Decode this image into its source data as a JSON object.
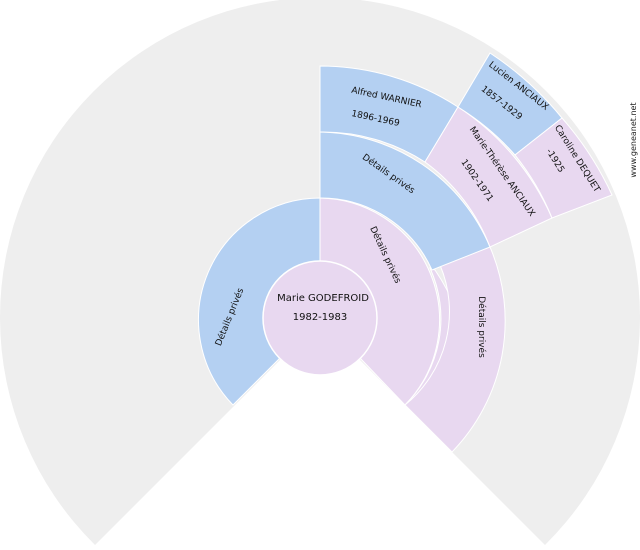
{
  "colors": {
    "background_fan": "#eeeeee",
    "male": "#b4d0f2",
    "female": "#e8d8f0",
    "separator": "#ffffff"
  },
  "center": {
    "name": "Marie GODEFROID",
    "dates": "1982-1983"
  },
  "gen1": {
    "father": {
      "label": "Détails privés"
    }
  },
  "gen2": {
    "paternal_left": {
      "label": "Détails privés"
    },
    "paternal_right": {
      "label": "Détails privés"
    },
    "maternal": {
      "label": "Détails privés"
    }
  },
  "gen3": {
    "alfred": {
      "name": "Alfred WARNIER",
      "dates": "1896-1969"
    },
    "marie_therese": {
      "name": "Marie-Thérèse ANCIAUX",
      "dates": "1902-1971"
    }
  },
  "gen4": {
    "lucien": {
      "name": "Lucien ANCIAUX",
      "dates": "1857-1929"
    },
    "caroline": {
      "name": "Caroline DEQUET",
      "dates": "-1925"
    }
  },
  "watermark": "www.geneanet.net"
}
